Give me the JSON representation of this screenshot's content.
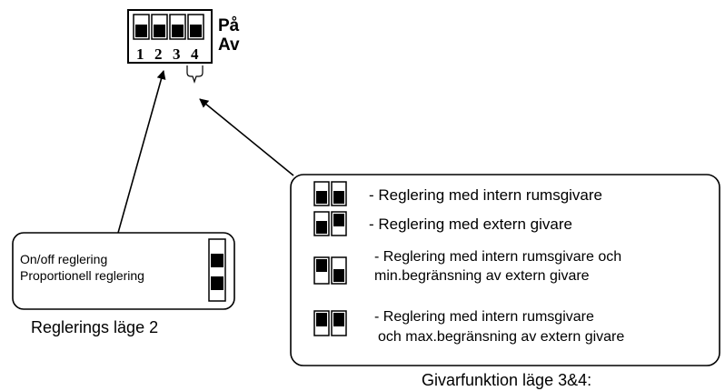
{
  "dip_switch": {
    "labels": [
      "1",
      "2",
      "3",
      "4"
    ],
    "state_on": "På",
    "state_off": "Av"
  },
  "mode2_box": {
    "options": [
      "On/off reglering",
      "Proportionell reglering"
    ],
    "caption": "Reglerings läge 2"
  },
  "sensor_box": {
    "items": [
      {
        "lines": [
          "- Reglering med intern rumsgivare"
        ],
        "switch": [
          "off",
          "off"
        ]
      },
      {
        "lines": [
          "- Reglering med extern givare"
        ],
        "switch": [
          "off",
          "on"
        ]
      },
      {
        "lines": [
          "- Reglering med intern rumsgivare och",
          "min.begränsning av extern givare"
        ],
        "switch": [
          "on",
          "off"
        ]
      },
      {
        "lines": [
          "- Reglering med intern rumsgivare",
          "och max.begränsning av extern givare"
        ],
        "switch": [
          "on",
          "on"
        ]
      }
    ],
    "caption": "Givarfunktion läge 3&4:"
  },
  "colors": {
    "line": "#000000",
    "fill": "#000000",
    "background": "#ffffff"
  }
}
